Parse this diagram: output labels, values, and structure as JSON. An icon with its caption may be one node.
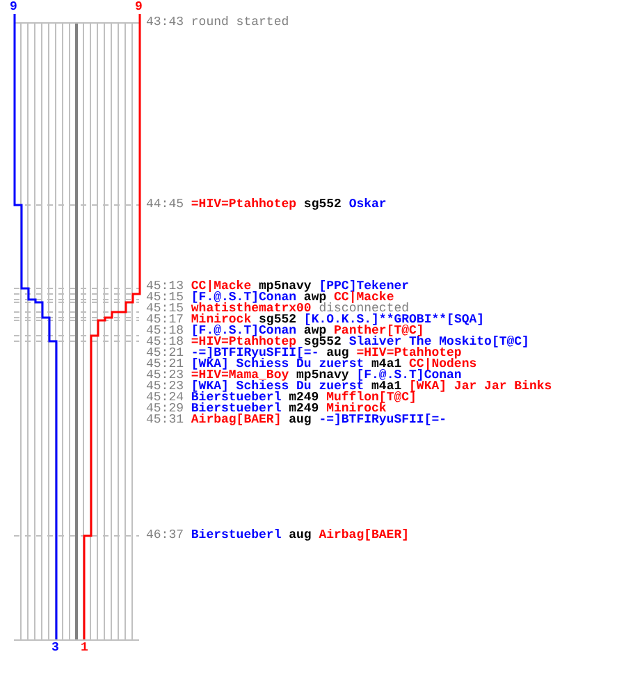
{
  "diagram": {
    "labels": [
      "9",
      "9",
      "43:43",
      "round started",
      "44:45",
      "=HIV=Ptahhotep",
      "sg552",
      "Oskar",
      "45:13",
      "CC|Macke",
      "mp5navy",
      "[PPC]Tekener",
      "45:15",
      "[F.@.S.T]Conan",
      "awp",
      "CC|Macke",
      "45:15",
      "whatisthematrx00",
      "disconnected",
      "45:17",
      "Minirock",
      "sg552",
      "[K.O.K.S.]**GROBI**[SQA]",
      "45:18",
      "[F.@.S.T]Conan",
      "awp",
      "Panther[T@C]",
      "45:18",
      "=HIV=Ptahhotep",
      "sg552",
      "Slaiver The Moskito[T@C]",
      "45:21",
      "-=]BTFIRyuSFII[=-",
      "aug",
      "=HIV=Ptahhotep",
      "45:21",
      "[WKA] Schiess Du zuerst",
      "m4a1",
      "CC|Nodens",
      "45:23",
      "=HIV=Mama_Boy",
      "mp5navy",
      "[F.@.S.T]Conan",
      "45:23",
      "[WKA] Schiess Du zuerst",
      "m4a1",
      "[WKA] Jar Jar Binks",
      "45:24",
      "Bierstueberl",
      "m249",
      "Mufflon[T@C]",
      "45:29",
      "Bierstueberl",
      "m249",
      "Minirock",
      "45:31",
      "Airbag[BAER]",
      "aug",
      "-=]BTFIRyuSFII[=-",
      "46:37",
      "Bierstueberl",
      "aug",
      "Airbag[BAER]",
      "3",
      "1"
    ]
  }
}
